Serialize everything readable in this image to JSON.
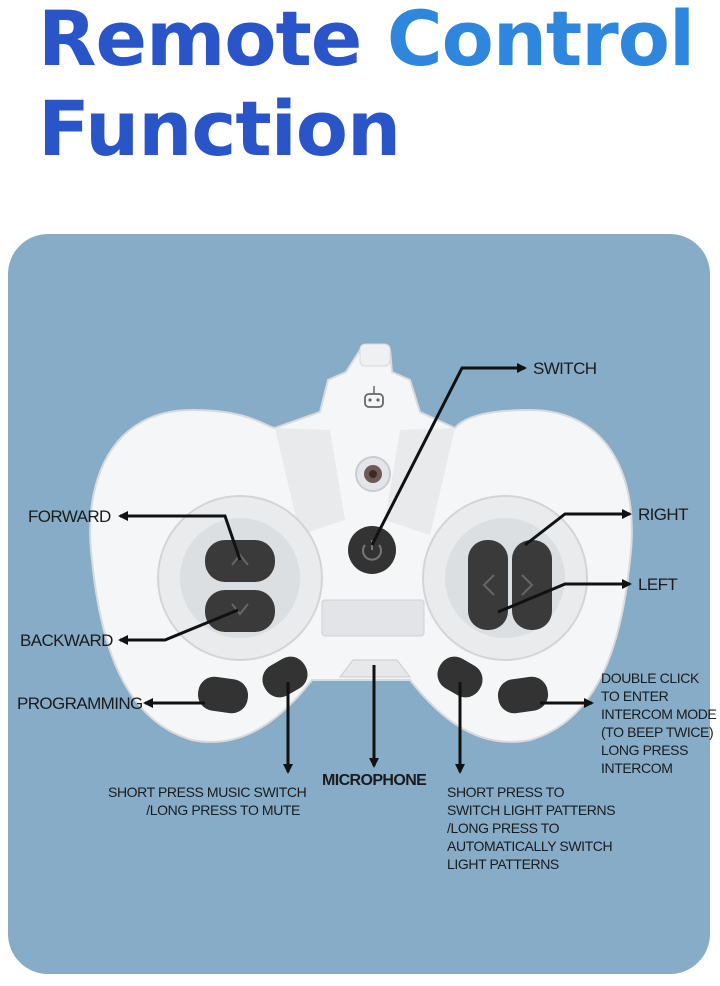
{
  "title": {
    "word1": "Remote",
    "word2": "Control",
    "line2": "Function"
  },
  "colors": {
    "title_dark": "#2a55c9",
    "title_light": "#2f86dd",
    "panel": "#87acc7",
    "controller": "#f5f6f7",
    "buttons": "#3a3a3a",
    "arrows": "#111111"
  },
  "labels": {
    "switch": "SWITCH",
    "forward": "FORWARD",
    "right": "RIGHT",
    "left": "LEFT",
    "backward": "BACKWARD",
    "programming": "PROGRAMMING",
    "microphone": "MICROPHONE",
    "music": [
      "SHORT PRESS MUSIC SWITCH",
      "/LONG PRESS TO MUTE"
    ],
    "light": [
      "SHORT PRESS TO",
      "SWITCH LIGHT PATTERNS",
      "/LONG PRESS TO",
      "AUTOMATICALLY SWITCH",
      "LIGHT PATTERNS"
    ],
    "intercom": [
      "DOUBLE CLICK",
      "TO ENTER",
      "INTERCOM MODE",
      "(TO BEEP TWICE)",
      "LONG PRESS",
      "INTERCOM"
    ]
  },
  "icons": [
    "robot-icon",
    "power-icon",
    "arrow-up-icon",
    "arrow-down-icon",
    "arrow-left-icon",
    "arrow-right-icon"
  ]
}
